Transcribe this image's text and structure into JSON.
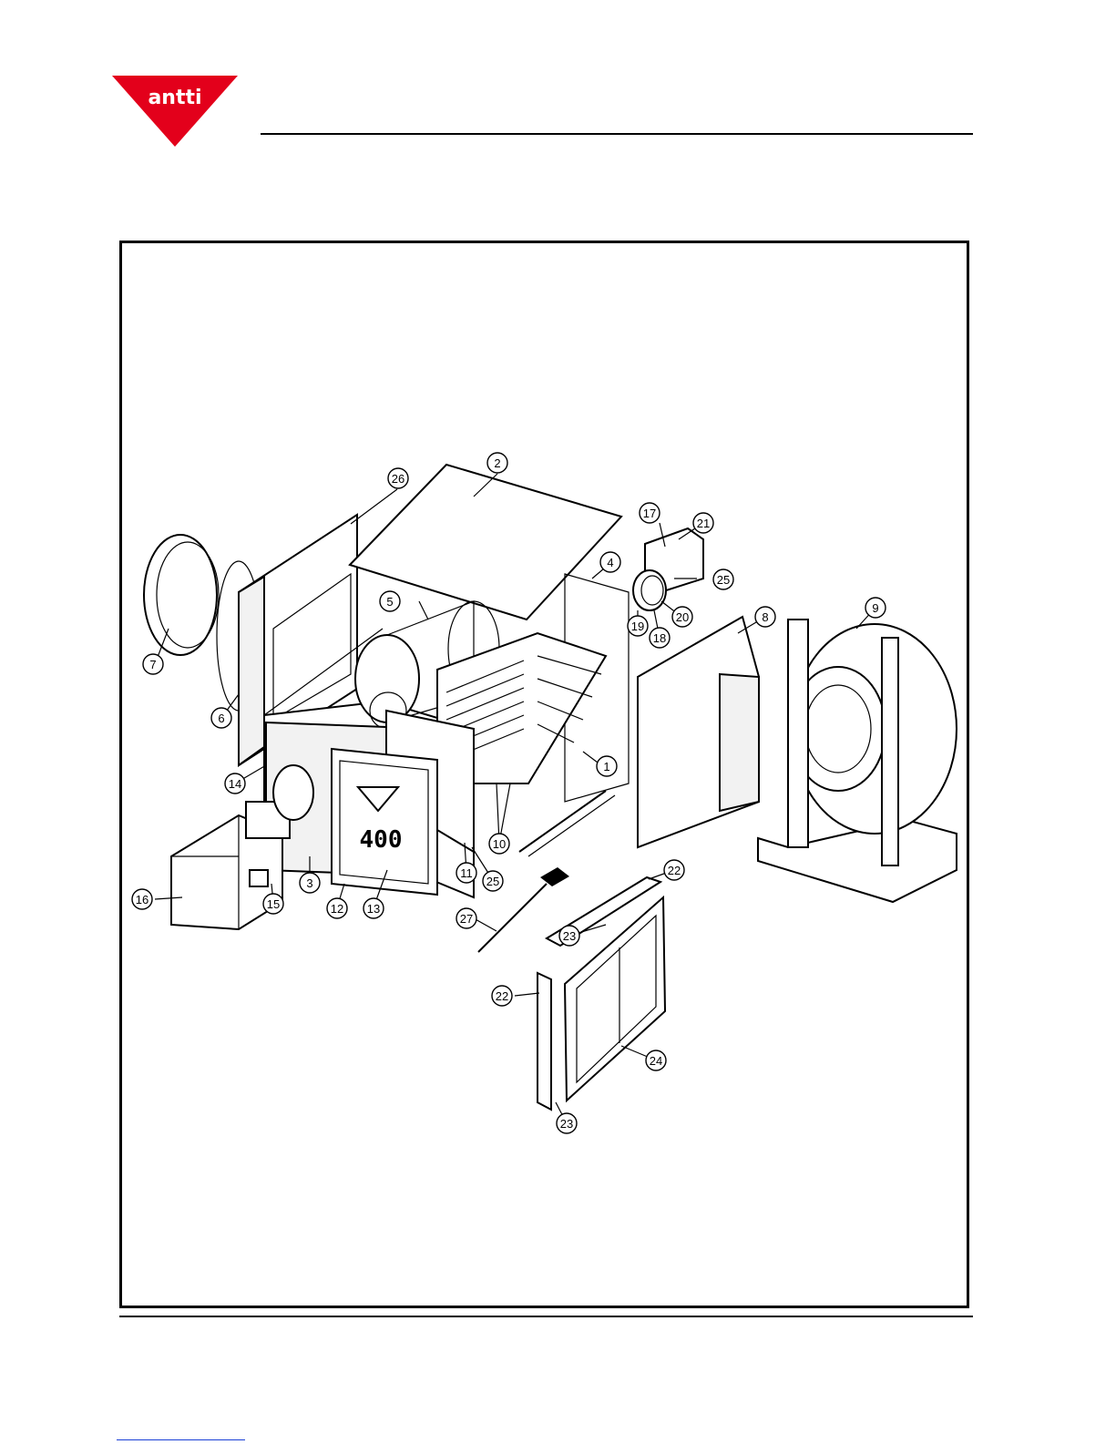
{
  "logo": {
    "text": "antti",
    "color": "#e3001b"
  },
  "nameplate": {
    "model": "400"
  },
  "callouts": [
    "1",
    "2",
    "3",
    "4",
    "5",
    "6",
    "7",
    "8",
    "9",
    "10",
    "11",
    "12",
    "13",
    "14",
    "15",
    "16",
    "17",
    "18",
    "19",
    "20",
    "21",
    "22",
    "22",
    "23",
    "23",
    "24",
    "25",
    "25",
    "26",
    "27"
  ]
}
